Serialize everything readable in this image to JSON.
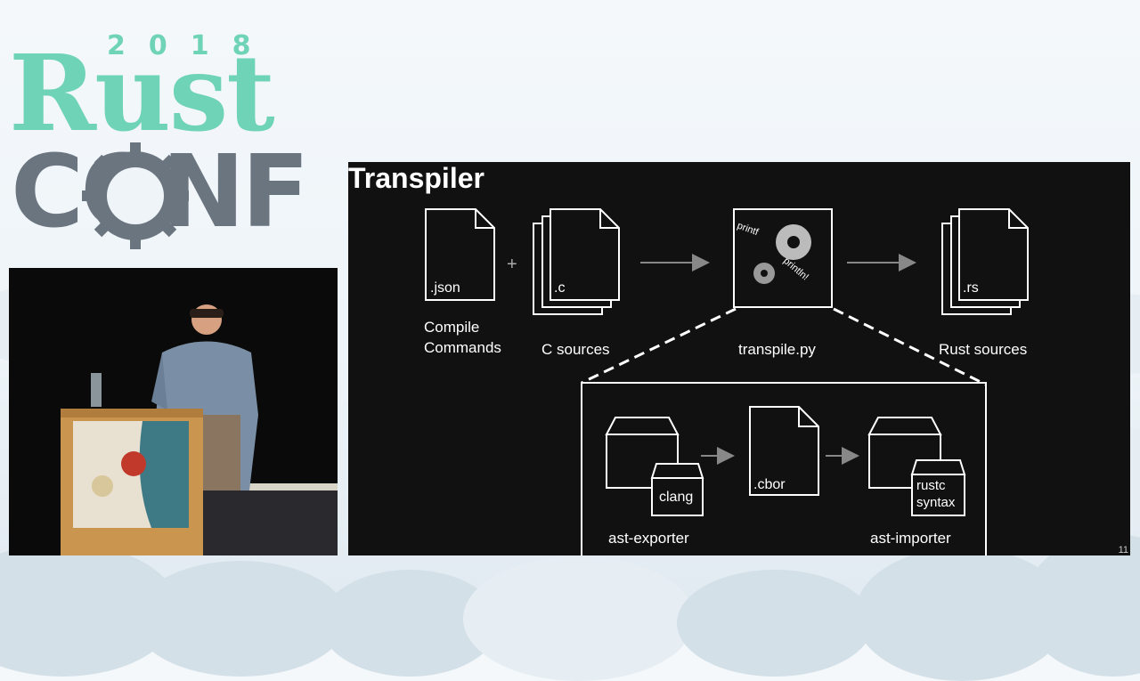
{
  "logo": {
    "year": "2018",
    "rust": "Rust",
    "conf": "CONF"
  },
  "slide": {
    "title": "Transpiler",
    "page_number": "11",
    "top_row": {
      "json_file_label": ".json",
      "plus": "+",
      "c_file_label": ".c",
      "rs_file_label": ".rs",
      "compile_commands_line1": "Compile",
      "compile_commands_line2": "Commands",
      "c_sources": "C sources",
      "transpile_py": "transpile.py",
      "rust_sources": "Rust sources",
      "printf_text": "printf",
      "println_text": "println!"
    },
    "bottom_row": {
      "clang": "clang",
      "cbor_label": ".cbor",
      "rustc_line1": "rustc",
      "rustc_line2": "syntax",
      "ast_exporter": "ast-exporter",
      "ast_importer": "ast-importer"
    }
  }
}
